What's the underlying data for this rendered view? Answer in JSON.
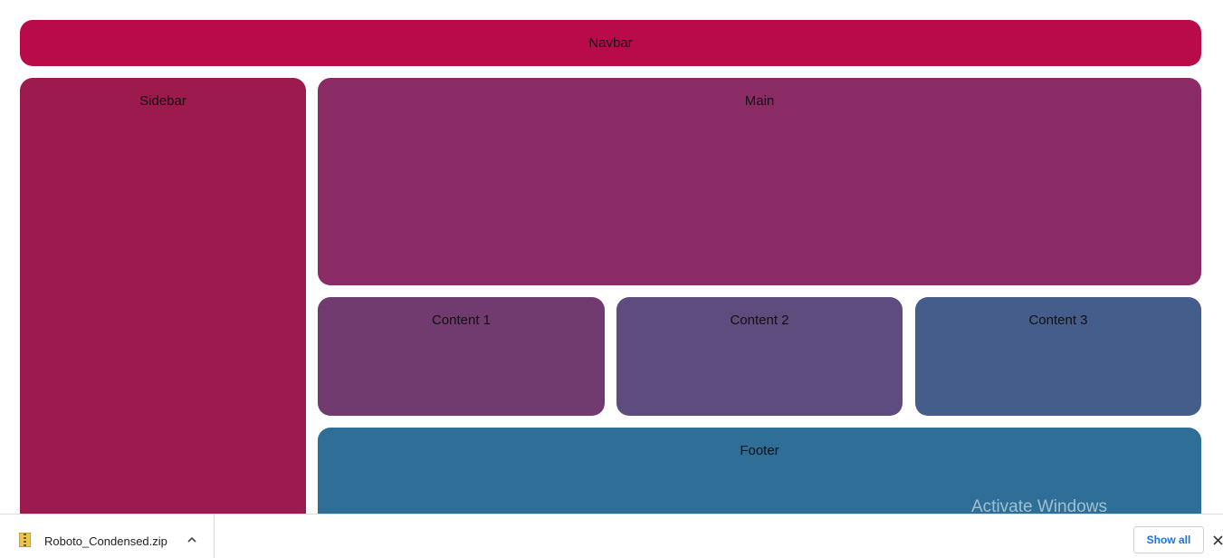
{
  "layout": {
    "navbar": {
      "label": "Navbar",
      "color": "#b90a4a"
    },
    "sidebar": {
      "label": "Sidebar",
      "color": "#9c1a4e"
    },
    "main": {
      "label": "Main",
      "color": "#8a2b65"
    },
    "content": [
      {
        "label": "Content 1",
        "color": "#713b70"
      },
      {
        "label": "Content 2",
        "color": "#5e4c7f"
      },
      {
        "label": "Content 3",
        "color": "#455d8a"
      }
    ],
    "footer": {
      "label": "Footer",
      "color": "#2f6f97"
    }
  },
  "watermark": {
    "title": "Activate Windows",
    "subtitle": "Go to Settings to activate Windows."
  },
  "download_bar": {
    "file_name": "Roboto_Condensed.zip",
    "file_icon": "zip-file-icon",
    "chevron_icon": "chevron-up-icon",
    "show_all_label": "Show all",
    "close_icon": "close-icon"
  }
}
